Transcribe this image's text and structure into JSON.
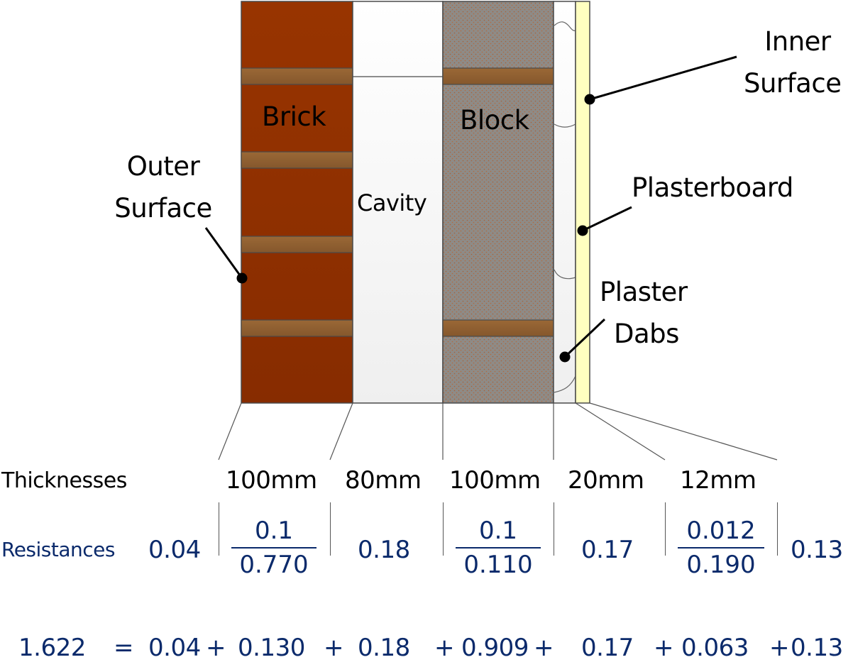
{
  "layers": {
    "brick": {
      "label": "Brick",
      "fill": "#8f3000",
      "mortar_fill": "#8f5a2e"
    },
    "cavity": {
      "label": "Cavity",
      "fill": "#f6f6f6"
    },
    "block": {
      "label": "Block",
      "fill": "#8c8a86",
      "dot_color": "#b0643a"
    },
    "plaster_gap": {
      "fill": "#f4f4f4"
    },
    "plasterboard": {
      "fill": "#ffffc0"
    }
  },
  "callouts": {
    "outer_surface": [
      "Outer",
      "Surface"
    ],
    "inner_surface": [
      "Inner",
      "Surface"
    ],
    "plasterboard": "Plasterboard",
    "plaster_dabs": [
      "Plaster",
      "Dabs"
    ]
  },
  "thicknesses": {
    "title": "Thicknesses",
    "values": [
      "100mm",
      "80mm",
      "100mm",
      "20mm",
      "12mm"
    ]
  },
  "resistances": {
    "title": "Resistances",
    "outer_surface": "0.04",
    "brick": {
      "numerator": "0.1",
      "denominator": "0.770"
    },
    "cavity": "0.18",
    "block": {
      "numerator": "0.1",
      "denominator": "0.110"
    },
    "plaster_dabs": "0.17",
    "plasterboard": {
      "numerator": "0.012",
      "denominator": "0.190"
    },
    "inner_surface": "0.13"
  },
  "equation": {
    "total": "1.622",
    "equals": "=",
    "terms": [
      "0.04",
      "0.130",
      "0.18",
      "0.909",
      "0.17",
      "0.063",
      "0.13"
    ],
    "plus": "+"
  },
  "colors": {
    "text_navy": "#0b2a6b",
    "outline": "#4a4a4a"
  }
}
